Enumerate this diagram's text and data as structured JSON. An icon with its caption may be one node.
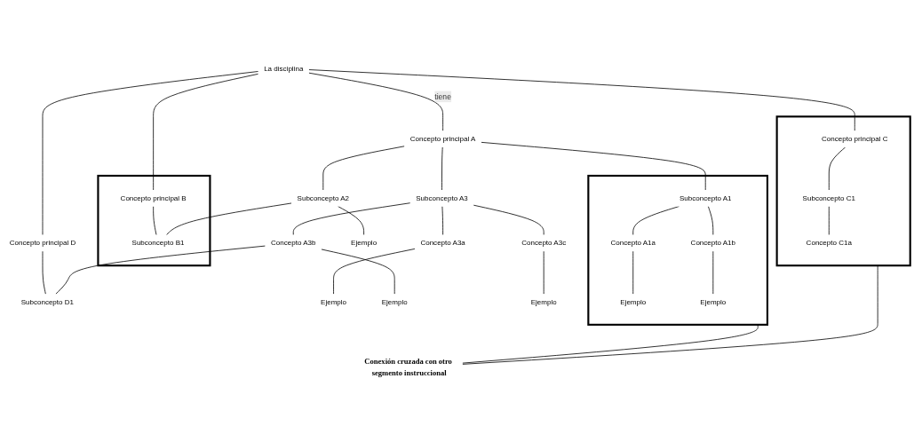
{
  "diagram": {
    "nodes": [
      {
        "text": [
          "La disciplina"
        ]
      },
      {
        "text": [
          "Concepto principal A"
        ]
      },
      {
        "text": [],
        "shape": "box"
      },
      {
        "text": [
          "Concepto principal B"
        ],
        "in": 2
      },
      {
        "text": [],
        "shape": "box"
      },
      {
        "text": [
          "Concepto principal C"
        ],
        "in": 4
      },
      {
        "text": [
          "Concepto principal D"
        ]
      },
      {
        "text": [],
        "shape": "box"
      },
      {
        "text": [
          "Subconcepto A1"
        ],
        "in": 7
      },
      {
        "text": [
          "Subconcepto A2"
        ]
      },
      {
        "text": [
          "Subconcepto A3"
        ]
      },
      {
        "text": [
          "Subconcepto B1"
        ],
        "in": 2
      },
      {
        "text": [
          "Subconcepto C1"
        ],
        "in": 4
      },
      {
        "text": [
          "Subconcepto D1"
        ]
      },
      {
        "text": [
          "Ejemplo"
        ]
      },
      {
        "text": [
          "Concepto C1a"
        ],
        "in": 4
      },
      {
        "text": [
          "Concepto A1a"
        ],
        "in": 7
      },
      {
        "text": [
          "Concepto A1b"
        ],
        "in": 7
      },
      {
        "text": [
          "Concepto A3a"
        ]
      },
      {
        "text": [
          "Concepto A3b"
        ]
      },
      {
        "text": [
          "Concepto A3c"
        ]
      },
      {
        "text": [
          "Ejemplo"
        ],
        "in": 7
      },
      {
        "text": [
          "Ejemplo"
        ],
        "in": 7
      },
      {
        "text": [
          "Ejemplo"
        ]
      },
      {
        "text": [
          "Ejemplo"
        ]
      },
      {
        "text": [
          "Ejemplo"
        ]
      },
      {
        "text": [
          "Conexión cruzada con otro segmento instruccional"
        ]
      }
    ],
    "edges": [
      {
        "from": 0,
        "to": 1,
        "arrow": "none",
        "label": "tiene"
      },
      {
        "from": 0,
        "to": 3,
        "arrow": "none"
      },
      {
        "from": 0,
        "to": 5,
        "arrow": "none"
      },
      {
        "from": 0,
        "to": 6,
        "arrow": "none"
      },
      {
        "from": 1,
        "to": 8,
        "arrow": "none"
      },
      {
        "from": 1,
        "to": 9,
        "arrow": "none"
      },
      {
        "from": 1,
        "to": 10,
        "arrow": "none"
      },
      {
        "from": 3,
        "to": 11,
        "arrow": "none"
      },
      {
        "from": 5,
        "to": 12,
        "arrow": "none"
      },
      {
        "from": 12,
        "to": 15,
        "arrow": "none"
      },
      {
        "from": 6,
        "to": 13,
        "arrow": "none"
      },
      {
        "from": 8,
        "to": 16,
        "arrow": "none"
      },
      {
        "from": 8,
        "to": 17,
        "arrow": "none"
      },
      {
        "from": 16,
        "to": 21,
        "arrow": "none"
      },
      {
        "from": 17,
        "to": 22,
        "arrow": "none"
      },
      {
        "from": 9,
        "to": 14,
        "arrow": "none"
      },
      {
        "from": 9,
        "to": 11,
        "arrow": "none"
      },
      {
        "from": 10,
        "to": 18,
        "arrow": "none"
      },
      {
        "from": 10,
        "to": 19,
        "arrow": "none"
      },
      {
        "from": 10,
        "to": 20,
        "arrow": "none"
      },
      {
        "from": 18,
        "to": 23,
        "arrow": "none"
      },
      {
        "from": 19,
        "to": 24,
        "arrow": "none"
      },
      {
        "from": 20,
        "to": 25,
        "arrow": "none"
      },
      {
        "from": 19,
        "to": 13,
        "arrow": "none"
      },
      {
        "from": 7,
        "to": 26,
        "arrow": "none"
      },
      {
        "from": 4,
        "to": 26,
        "arrow": "none"
      }
    ]
  }
}
